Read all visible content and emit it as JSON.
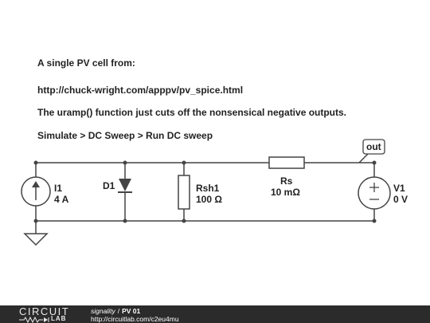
{
  "notes": [
    "A single PV cell from:",
    "http://chuck-wright.com/apppv/pv_spice.html",
    "The uramp() function just cuts off the nonsensical negative outputs.",
    "Simulate > DC Sweep > Run DC sweep"
  ],
  "components": {
    "i1": {
      "name": "I1",
      "value": "4 A"
    },
    "d1": {
      "name": "D1"
    },
    "rsh1": {
      "name": "Rsh1",
      "value": "100 Ω"
    },
    "rs": {
      "name": "Rs",
      "value": "10 mΩ"
    },
    "v1": {
      "name": "V1",
      "value": "0 V"
    },
    "out_label": "out"
  },
  "footer": {
    "logo_top": "CIRCUIT",
    "logo_bottom": "LAB",
    "author": "signality",
    "separator": "/",
    "title": "PV 01",
    "url": "http://circuitlab.com/c2eu4mu"
  }
}
